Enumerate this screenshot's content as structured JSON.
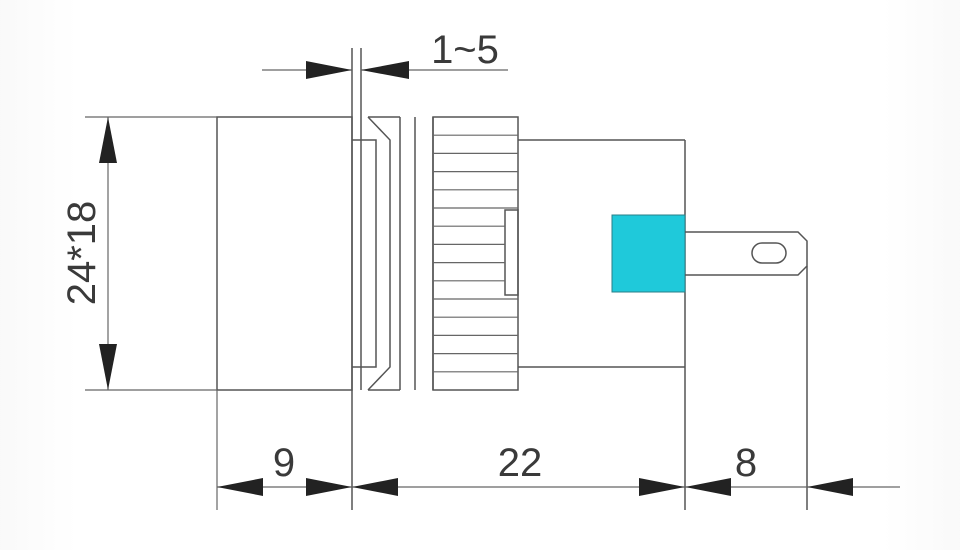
{
  "dimensions": {
    "panel_size": "24*18",
    "panel_thickness": "1~5",
    "front_depth": "9",
    "body_depth": "22",
    "terminal_length": "8"
  },
  "colors": {
    "terminal_block": "#1FC9DA",
    "line": "#555555"
  }
}
